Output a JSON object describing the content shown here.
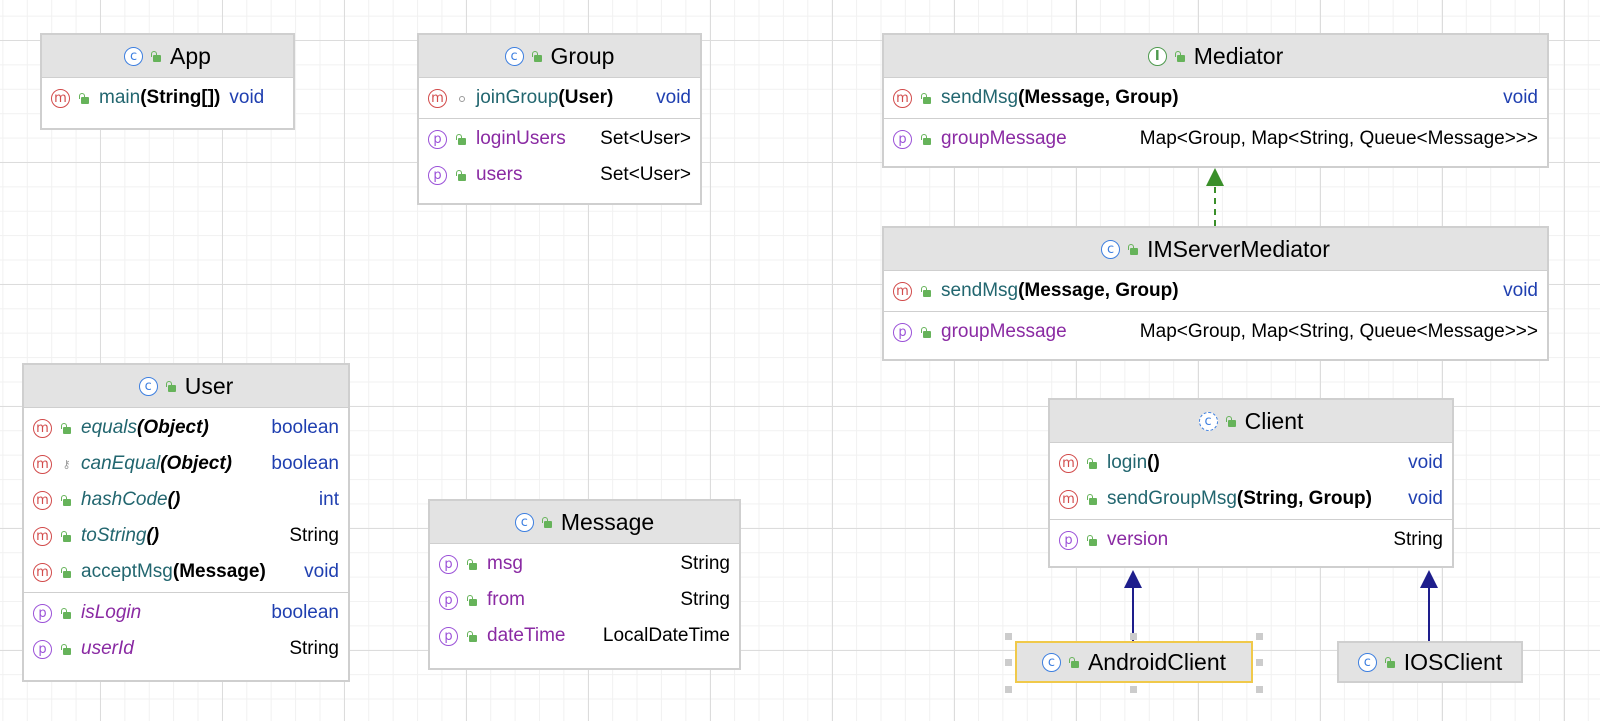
{
  "colors": {
    "realization_arrow": "#3a8f2a",
    "inheritance_arrow": "#1e1e8c",
    "class_badge": "#3d7fe0",
    "interface_badge": "#4e9a4e",
    "method_badge": "#d24b4b",
    "property_badge": "#9b52d8",
    "selection_border": "#f0c94a"
  },
  "nodes": {
    "app": {
      "name": "App",
      "kind": "class",
      "methods": [
        {
          "name": "main",
          "params": "(String[])",
          "type": "void",
          "visibility": "public"
        }
      ]
    },
    "group": {
      "name": "Group",
      "kind": "class",
      "methods": [
        {
          "name": "joinGroup",
          "params": "(User)",
          "type": "void",
          "visibility": "package"
        }
      ],
      "properties": [
        {
          "name": "loginUsers",
          "type": "Set<User>"
        },
        {
          "name": "users",
          "type": "Set<User>"
        }
      ]
    },
    "mediator": {
      "name": "Mediator",
      "kind": "interface",
      "methods": [
        {
          "name": "sendMsg",
          "params": "(Message, Group)",
          "type": "void"
        }
      ],
      "properties": [
        {
          "name": "groupMessage",
          "type": "Map<Group, Map<String, Queue<Message>>>"
        }
      ]
    },
    "imserver": {
      "name": "IMServerMediator",
      "kind": "class",
      "methods": [
        {
          "name": "sendMsg",
          "params": "(Message, Group)",
          "type": "void"
        }
      ],
      "properties": [
        {
          "name": "groupMessage",
          "type": "Map<Group, Map<String, Queue<Message>>>"
        }
      ]
    },
    "user": {
      "name": "User",
      "kind": "class",
      "methods": [
        {
          "name": "equals",
          "params": "(Object)",
          "type": "boolean",
          "italic": true,
          "visibility": "public"
        },
        {
          "name": "canEqual",
          "params": "(Object)",
          "type": "boolean",
          "italic": true,
          "visibility": "protected"
        },
        {
          "name": "hashCode",
          "params": "()",
          "type": "int",
          "italic": true,
          "visibility": "public"
        },
        {
          "name": "toString",
          "params": "()",
          "type": "String",
          "italic": true,
          "visibility": "public"
        },
        {
          "name": "acceptMsg",
          "params": "(Message)",
          "type": "void",
          "visibility": "public"
        }
      ],
      "properties": [
        {
          "name": "isLogin",
          "type": "boolean",
          "italic": true
        },
        {
          "name": "userId",
          "type": "String",
          "italic": true
        }
      ]
    },
    "message": {
      "name": "Message",
      "kind": "class",
      "properties": [
        {
          "name": "msg",
          "type": "String"
        },
        {
          "name": "from",
          "type": "String"
        },
        {
          "name": "dateTime",
          "type": "LocalDateTime"
        }
      ]
    },
    "client": {
      "name": "Client",
      "kind": "abstract class",
      "methods": [
        {
          "name": "login",
          "params": "()",
          "type": "void"
        },
        {
          "name": "sendGroupMsg",
          "params": "(String, Group)",
          "type": "void"
        }
      ],
      "properties": [
        {
          "name": "version",
          "type": "String"
        }
      ]
    },
    "android": {
      "name": "AndroidClient",
      "kind": "class",
      "selected": true
    },
    "ios": {
      "name": "IOSClient",
      "kind": "class"
    }
  },
  "icons": {
    "class": "class-icon",
    "abstract": "abstract-class-icon",
    "interface": "interface-icon",
    "method": "method-icon",
    "property": "property-icon",
    "public": "public-lock-icon"
  }
}
